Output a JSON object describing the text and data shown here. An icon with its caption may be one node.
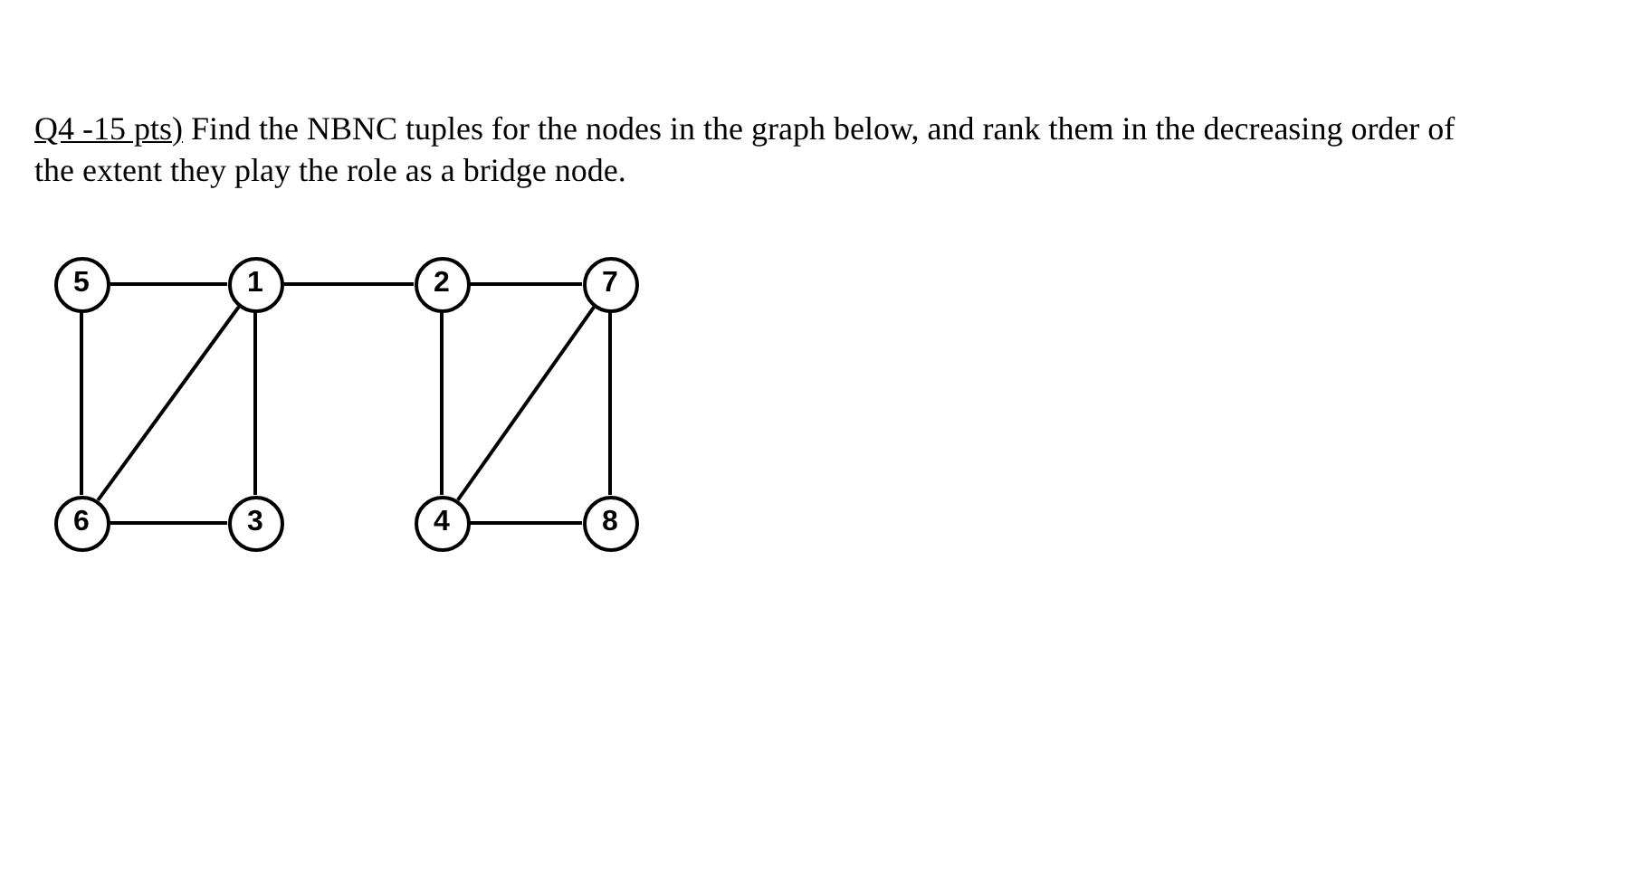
{
  "diagram": {
    "nodes": [
      {
        "text": [
          "5"
        ]
      },
      {
        "text": [
          "1"
        ]
      },
      {
        "text": [
          "2"
        ]
      },
      {
        "text": [
          "7"
        ]
      },
      {
        "text": [
          "6"
        ]
      },
      {
        "text": [
          "3"
        ]
      },
      {
        "text": [
          "4"
        ]
      },
      {
        "text": [
          "8"
        ]
      }
    ],
    "edges": [
      {
        "from": 0,
        "to": 1,
        "arrow": "none"
      },
      {
        "from": 1,
        "to": 2,
        "arrow": "none"
      },
      {
        "from": 2,
        "to": 3,
        "arrow": "none"
      },
      {
        "from": 0,
        "to": 4,
        "arrow": "none"
      },
      {
        "from": 1,
        "to": 4,
        "arrow": "none"
      },
      {
        "from": 1,
        "to": 5,
        "arrow": "none"
      },
      {
        "from": 4,
        "to": 5,
        "arrow": "none"
      },
      {
        "from": 2,
        "to": 6,
        "arrow": "none"
      },
      {
        "from": 3,
        "to": 6,
        "arrow": "none"
      },
      {
        "from": 3,
        "to": 7,
        "arrow": "none"
      },
      {
        "from": 6,
        "to": 7,
        "arrow": "none"
      }
    ],
    "labels": [
      "Q4 -15 pts)",
      "Find the NBNC tuples for the nodes in the graph below, and rank them in the decreasing order of the extent they play the role as a bridge node."
    ]
  }
}
